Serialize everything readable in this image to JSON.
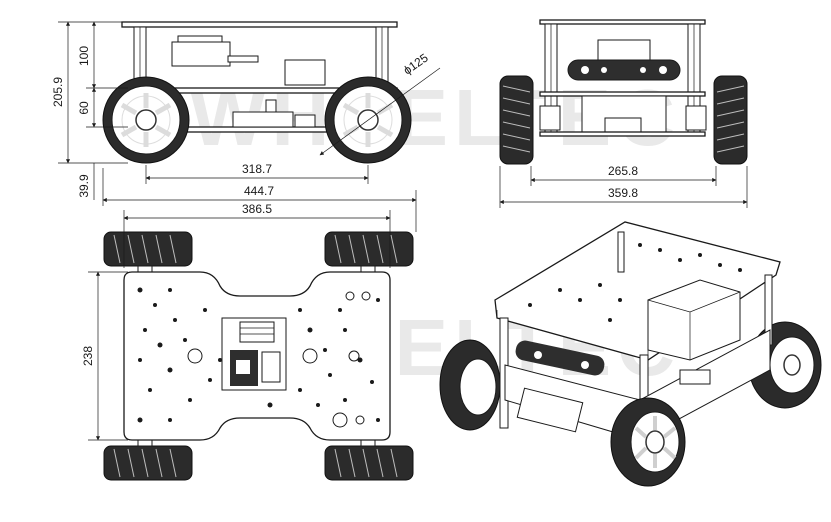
{
  "watermark": "WHEELTEC",
  "side_view": {
    "dim_height_total": "205.9",
    "dim_upper": "100",
    "dim_lower": "60",
    "dim_ground_clearance": "39.9",
    "dim_wheel_diameter": "ϕ125",
    "dim_wheelbase": "318.7"
  },
  "front_view": {
    "dim_track": "265.8",
    "dim_width": "359.8"
  },
  "top_view": {
    "dim_length_total": "444.7",
    "dim_plate_length": "386.5",
    "dim_plate_width": "238"
  },
  "colors": {
    "line": "#1a1a1a",
    "tire": "#2b2b2b",
    "watermark": "#e9e9e9"
  }
}
